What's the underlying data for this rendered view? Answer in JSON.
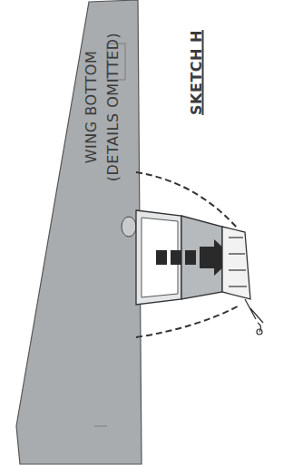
{
  "diagram": {
    "title": "SKETCH H",
    "labels": [
      "WING BOTTOM",
      "(DETAILS OMITTED)"
    ]
  }
}
